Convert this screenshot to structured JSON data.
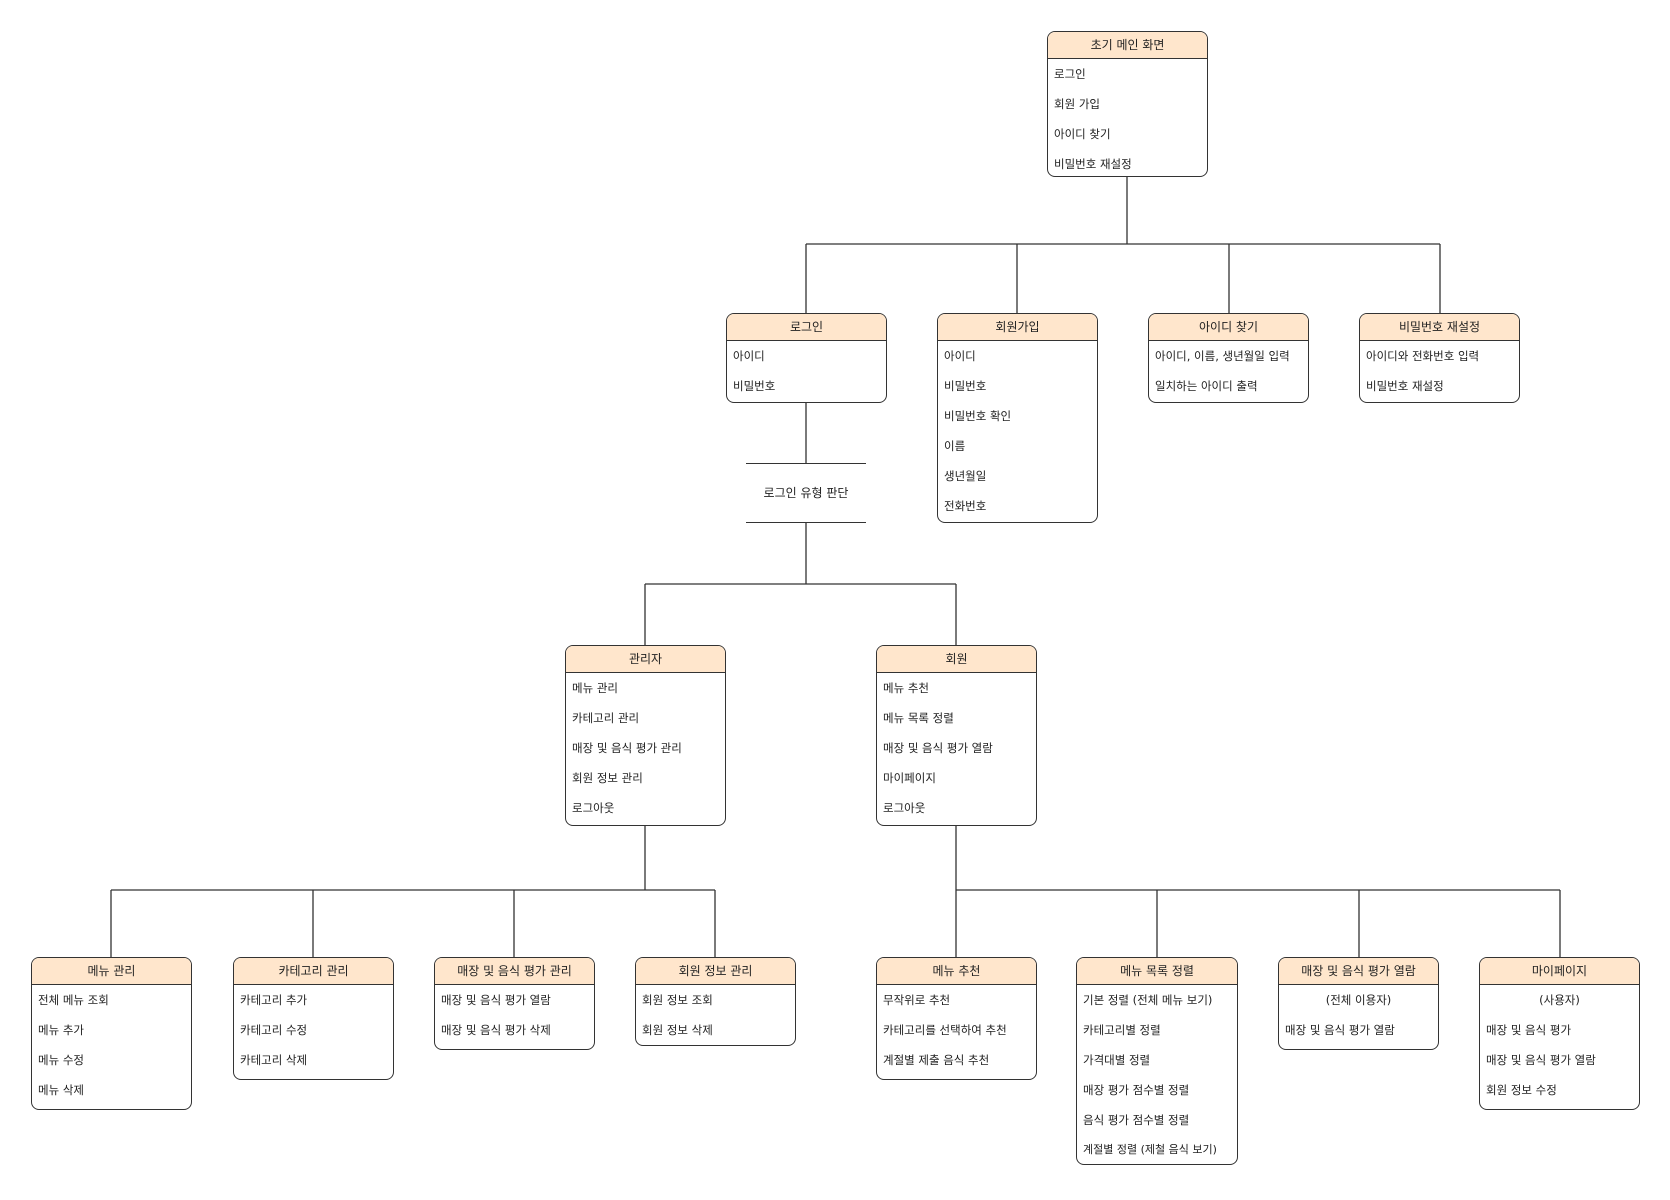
{
  "diagram": {
    "root": {
      "title": "초기 메인 화면",
      "items": [
        "로그인",
        "회원 가입",
        "아이디 찾기",
        "비밀번호 재설정"
      ]
    },
    "login": {
      "title": "로그인",
      "items": [
        "아이디",
        "비밀번호"
      ]
    },
    "signup": {
      "title": "회원가입",
      "items": [
        "아이디",
        "비밀번호",
        "비밀번호 확인",
        "이름",
        "생년월일",
        "전화번호"
      ]
    },
    "find_id": {
      "title": "아이디 찾기",
      "items": [
        "아이디, 이름, 생년월일 입력",
        "일치하는 아이디 출력"
      ]
    },
    "reset_pw": {
      "title": "비밀번호 재설정",
      "items": [
        "아이디와 전화번호 입력",
        "비밀번호 재설정"
      ]
    },
    "decision": "로그인 유형 판단",
    "admin": {
      "title": "관리자",
      "items": [
        "메뉴 관리",
        "카테고리 관리",
        "매장 및 음식 평가 관리",
        "회원 정보 관리",
        "로그아웃"
      ]
    },
    "member": {
      "title": "회원",
      "items": [
        "메뉴 추천",
        "메뉴 목록 정렬",
        "매장 및 음식 평가 열람",
        "마이페이지",
        "로그아웃"
      ]
    },
    "menu_manage": {
      "title": "메뉴 관리",
      "items": [
        "전체 메뉴 조회",
        "메뉴 추가",
        "메뉴 수정",
        "메뉴 삭제"
      ]
    },
    "category_manage": {
      "title": "카테고리 관리",
      "items": [
        "카테고리 추가",
        "카테고리 수정",
        "카테고리 삭제"
      ]
    },
    "review_manage": {
      "title": "매장 및 음식 평가 관리",
      "items": [
        "매장 및 음식 평가 열람",
        "매장 및 음식 평가 삭제"
      ]
    },
    "member_manage": {
      "title": "회원 정보 관리",
      "items": [
        "회원 정보 조회",
        "회원 정보 삭제"
      ]
    },
    "menu_recommend": {
      "title": "메뉴 추천",
      "items": [
        "무작위로 추천",
        "카테고리를 선택하여 추천",
        "계절별 제출 음식 추천"
      ]
    },
    "menu_sort": {
      "title": "메뉴 목록 정렬",
      "items": [
        "기본 정렬 (전체 메뉴 보기)",
        "카테고리별 정렬",
        "가격대별 정렬",
        "매장 평가 점수별 정렬",
        "음식 평가 점수별 정렬",
        "계절별 정렬 (제철 음식 보기)"
      ]
    },
    "review_view": {
      "title": "매장 및 음식 평가 열람",
      "items": [
        "(전체 이용자)",
        "매장 및 음식 평가 열람"
      ]
    },
    "mypage": {
      "title": "마이페이지",
      "items": [
        "(사용자)",
        "매장 및 음식 평가",
        "매장 및 음식 평가 열람",
        "회원 정보 수정"
      ]
    }
  }
}
